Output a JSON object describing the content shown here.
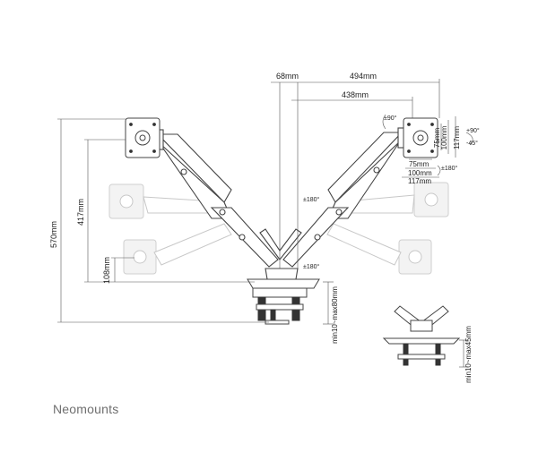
{
  "brand": "Neomounts",
  "dimensions": {
    "height_total": "570mm",
    "height_mid": "417mm",
    "height_low": "108mm",
    "pole_width": "68mm",
    "reach_max": "494mm",
    "reach_min": "438mm",
    "vesa_a": "75mm",
    "vesa_b": "100mm",
    "vesa_c": "117mm",
    "clamp_range": "min10~max80mm",
    "grommet_range": "min10~max45mm"
  },
  "rotations": {
    "tilt_up": "+90°",
    "tilt_down": "-45°",
    "swivel_top": "±90°",
    "swivel_right": "±180°",
    "arm_swivel_upper": "±180°",
    "arm_swivel_base": "±180°"
  },
  "colors": {
    "line": "#444444",
    "ghost": "#c8c8c8",
    "brand": "#6f6f6f"
  }
}
